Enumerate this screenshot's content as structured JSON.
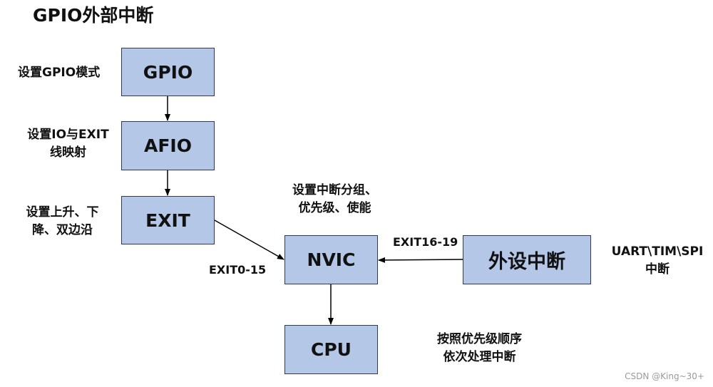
{
  "title": "GPIO外部中断",
  "nodes": {
    "gpio": "GPIO",
    "afio": "AFIO",
    "exit": "EXIT",
    "nvic": "NVIC",
    "cpu": "CPU",
    "periph": "外设中断"
  },
  "notes": {
    "gpio_mode": "设置GPIO模式",
    "afio_line1": "设置IO与EXIT",
    "afio_line2": "线映射",
    "exit_line1": "设置上升、下",
    "exit_line2": "降、双边沿",
    "nvic_line1": "设置中断分组、",
    "nvic_line2": "优先级、使能",
    "periph_line1": "UART\\TIM\\SPI",
    "periph_line2": "中断",
    "cpu_line1": "按照优先级顺序",
    "cpu_line2": "依次处理中断"
  },
  "edge_labels": {
    "exit_nvic": "EXIT0-15",
    "periph_nvic": "EXIT16-19"
  },
  "watermark": "CSDN @King~30+",
  "colors": {
    "box_fill": "#b4c7e7",
    "box_border": "#2f3b52",
    "arrow": "#000000"
  }
}
